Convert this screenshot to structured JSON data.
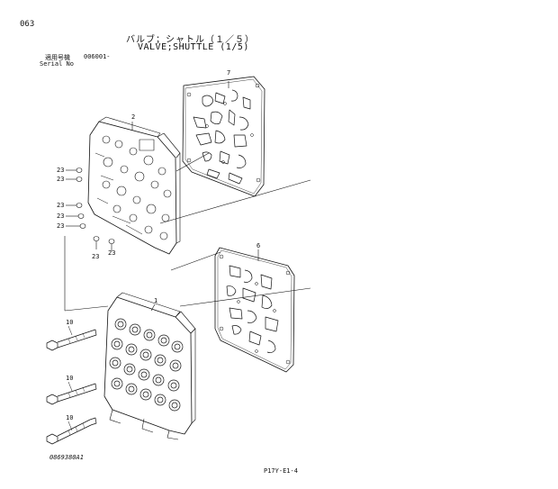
{
  "header": {
    "page_number": "063",
    "title_jp": "バルブ；シャトル（１／５）",
    "title_en": "VALVE;SHUTTLE (1/5)",
    "serial_label_jp": "適用号機",
    "serial_code": "006001-",
    "serial_label_en": "Serial No"
  },
  "footer": {
    "drawing_number": "0869380A1",
    "reference": "P17Y-E1-4"
  },
  "callouts": {
    "gasket_top": "7",
    "body": "2",
    "gasket_mid": "6",
    "block": "1",
    "plug": "23",
    "bolt": "10"
  },
  "colors": {
    "line": "#111111",
    "background": "#ffffff"
  }
}
